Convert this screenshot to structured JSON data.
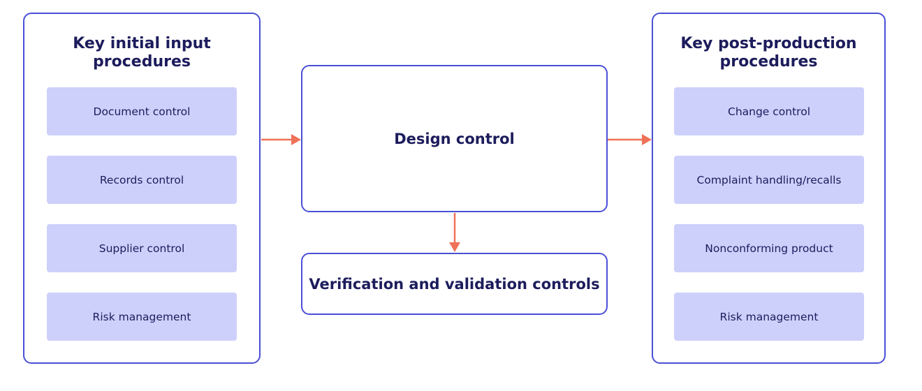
{
  "colors": {
    "border": "#4a4fd6",
    "item_fill": "#cdd0fb",
    "text": "#1c1c5c",
    "arrow": "#ef7158"
  },
  "left_panel": {
    "title": "Key initial input\nprocedures",
    "items": [
      "Document control",
      "Records control",
      "Supplier control",
      "Risk management"
    ]
  },
  "center": {
    "design_control": "Design control",
    "verification": "Verification and validation controls"
  },
  "right_panel": {
    "title": "Key post-production\nprocedures",
    "items": [
      "Change control",
      "Complaint handling/recalls",
      "Nonconforming product",
      "Risk management"
    ]
  }
}
